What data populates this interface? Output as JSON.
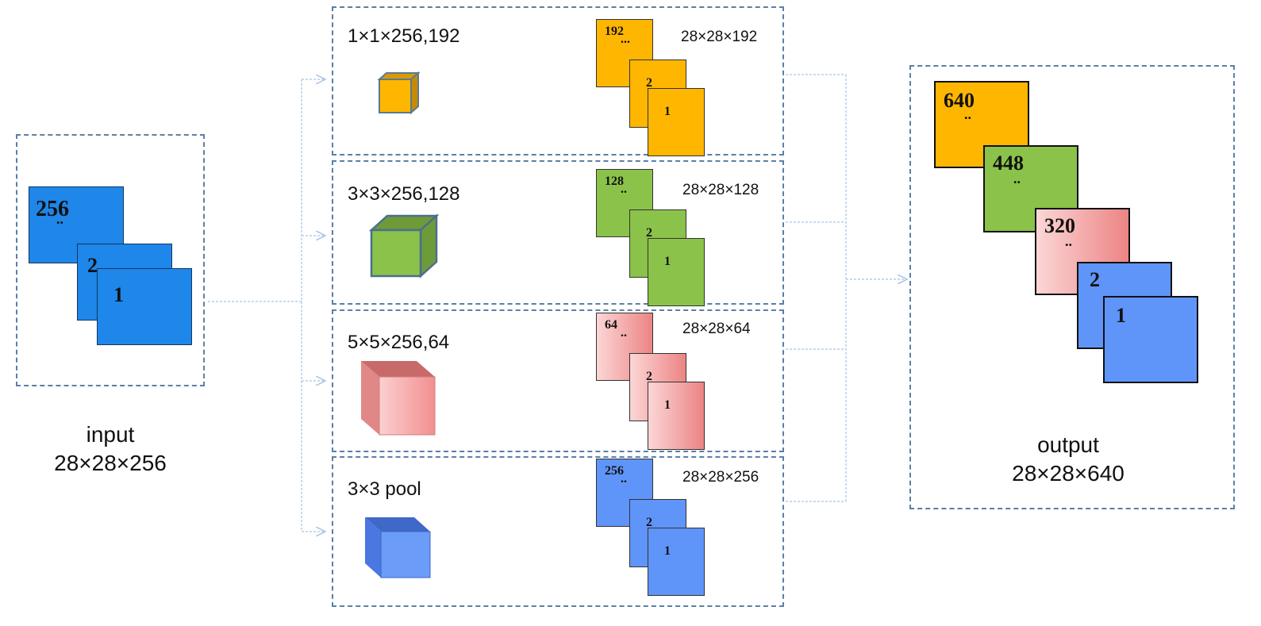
{
  "input": {
    "caption_line1": "input",
    "caption_line2": "28×28×256",
    "maps": [
      {
        "label": "256",
        "color": "#1f86ea"
      },
      {
        "label": "2",
        "color": "#1f86ea"
      },
      {
        "label": "1",
        "color": "#1f86ea"
      }
    ],
    "dots": ".."
  },
  "branches": [
    {
      "filter_label": "1×1×256,192",
      "output_shape": "28×28×192",
      "color": "#ffb600",
      "maps": [
        "192",
        "2",
        "1"
      ],
      "dots": "..."
    },
    {
      "filter_label": "3×3×256,128",
      "output_shape": "28×28×128",
      "color": "#8bc24a",
      "maps": [
        "128",
        "2",
        "1"
      ],
      "dots": ".."
    },
    {
      "filter_label": "5×5×256,64",
      "output_shape": "28×28×64",
      "color": "#f5a3a3",
      "maps": [
        "64",
        "2",
        "1"
      ],
      "dots": ".."
    },
    {
      "filter_label": "3×3 pool",
      "output_shape": "28×28×256",
      "color": "#5f95f8",
      "maps": [
        "256",
        "2",
        "1"
      ],
      "dots": ".."
    }
  ],
  "output": {
    "caption_line1": "output",
    "caption_line2": "28×28×640",
    "maps": [
      {
        "label": "640",
        "color": "#ffb600"
      },
      {
        "label": "448",
        "color": "#8bc24a"
      },
      {
        "label": "320",
        "color": "#f5a3a3"
      },
      {
        "label": "2",
        "color": "#5f95f8"
      },
      {
        "label": "1",
        "color": "#5f95f8"
      }
    ],
    "dots": ".."
  },
  "colors": {
    "border": "#5b7fa8",
    "arrow": "#a9c3e6"
  }
}
